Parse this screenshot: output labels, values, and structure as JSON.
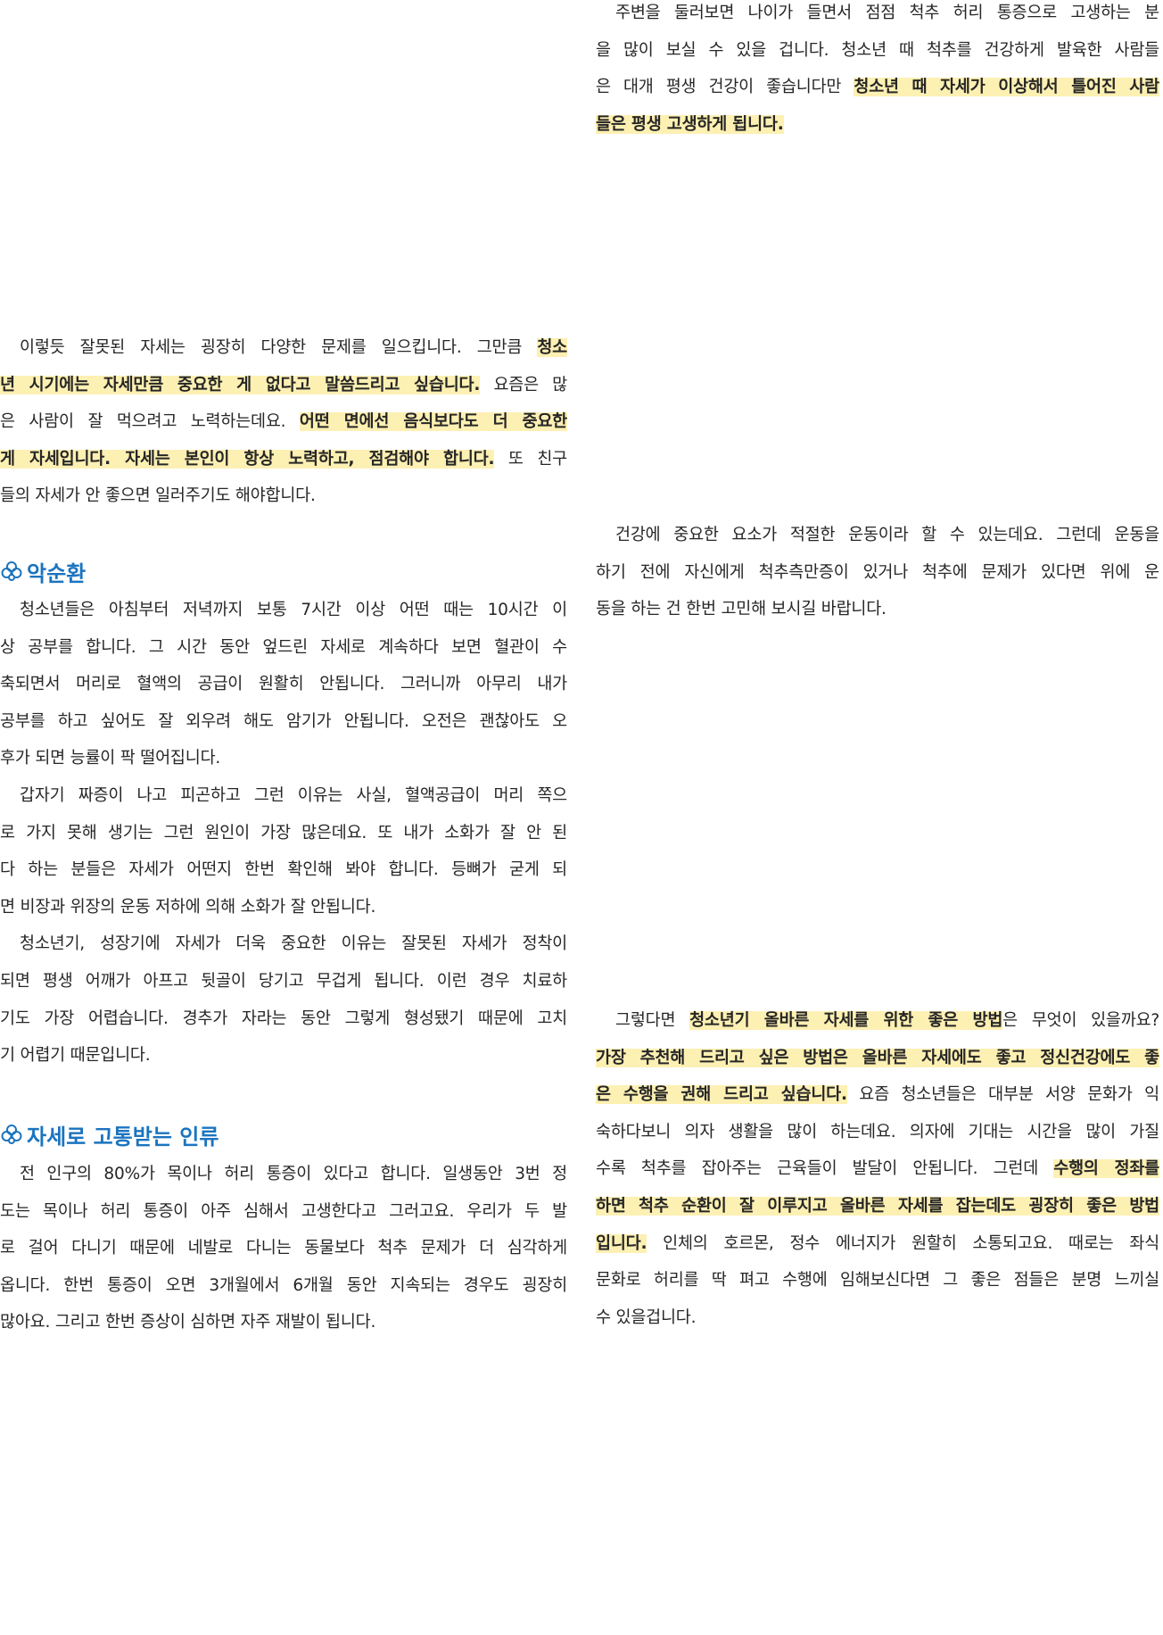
{
  "colors": {
    "heading": "#1b74bf",
    "highlight": "#fdf0b3",
    "text": "#262626"
  },
  "headings": {
    "h1": {
      "icon": "clover-icon",
      "text": "악순환"
    },
    "h2": {
      "icon": "clover-icon",
      "text": "자세로 고통받는 인류"
    }
  },
  "paragraphs": {
    "r1": [
      {
        "indent": true,
        "segs": [
          {
            "t": "주변을 둘러보면 나이가 들면서 점점 척추 허리 통증으로 고생하는 분"
          }
        ]
      },
      {
        "segs": [
          {
            "t": "을 많이 보실 수 있을 겁니다. 청소년 때 척추를 건강하게 발육한 사람들"
          }
        ]
      },
      {
        "segs": [
          {
            "t": "은 대개 평생 건강이 좋습니다만 "
          },
          {
            "t": "청소년 때 자세가 이상해서 틀어진 사람",
            "hl": true
          }
        ]
      },
      {
        "last": true,
        "segs": [
          {
            "t": "들은 평생 고생하게 됩니다.",
            "hl": true
          }
        ]
      }
    ],
    "l1": [
      {
        "indent": true,
        "segs": [
          {
            "t": "이렇듯 잘못된 자세는 굉장히 다양한 문제를 일으킵니다. 그만큼 "
          },
          {
            "t": "청소",
            "hl": true
          }
        ]
      },
      {
        "segs": [
          {
            "t": "년 시기에는 자세만큼 중요한 게 없다고 말씀드리고 싶습니다.",
            "hl": true
          },
          {
            "t": " 요즘은 많"
          }
        ]
      },
      {
        "segs": [
          {
            "t": "은 사람이 잘 먹으려고 노력하는데요. "
          },
          {
            "t": "어떤 면에선 음식보다도 더 중요한",
            "hl": true
          }
        ]
      },
      {
        "segs": [
          {
            "t": "게 자세입니다. 자세는 본인이 항상 노력하고, 점검해야 합니다.",
            "hl": true
          },
          {
            "t": " 또 친구"
          }
        ]
      },
      {
        "last": true,
        "segs": [
          {
            "t": "들의 자세가 안 좋으면 일러주기도 해야합니다."
          }
        ]
      }
    ],
    "l2": [
      {
        "indent": true,
        "segs": [
          {
            "t": "청소년들은 아침부터 저녁까지 보통 7시간 이상 어떤 때는 10시간 이"
          }
        ]
      },
      {
        "segs": [
          {
            "t": "상 공부를 합니다. 그 시간 동안 엎드린 자세로 계속하다 보면 혈관이 수"
          }
        ]
      },
      {
        "segs": [
          {
            "t": "축되면서 머리로 혈액의 공급이 원활히 안됩니다. 그러니까 아무리 내가"
          }
        ]
      },
      {
        "segs": [
          {
            "t": "공부를 하고 싶어도 잘 외우려 해도 암기가 안됩니다. 오전은 괜찮아도 오"
          }
        ]
      },
      {
        "last": true,
        "segs": [
          {
            "t": "후가 되면 능률이 팍 떨어집니다."
          }
        ]
      },
      {
        "indent": true,
        "segs": [
          {
            "t": "갑자기 짜증이 나고 피곤하고 그런 이유는 사실, 혈액공급이 머리 쪽으"
          }
        ]
      },
      {
        "segs": [
          {
            "t": "로 가지 못해 생기는 그런 원인이 가장 많은데요. 또 내가 소화가 잘 안 된"
          }
        ]
      },
      {
        "segs": [
          {
            "t": "다 하는 분들은 자세가 어떤지 한번 확인해 봐야 합니다. 등뼈가 굳게 되"
          }
        ]
      },
      {
        "last": true,
        "segs": [
          {
            "t": "면 비장과 위장의 운동 저하에 의해 소화가 잘 안됩니다."
          }
        ]
      },
      {
        "indent": true,
        "segs": [
          {
            "t": "청소년기, 성장기에 자세가 더욱 중요한 이유는 잘못된 자세가 정착이"
          }
        ]
      },
      {
        "segs": [
          {
            "t": "되면 평생 어깨가 아프고 뒷골이 당기고 무겁게 됩니다. 이런 경우 치료하"
          }
        ]
      },
      {
        "segs": [
          {
            "t": "기도 가장 어렵습니다. 경추가 자라는 동안 그렇게 형성됐기 때문에 고치"
          }
        ]
      },
      {
        "last": true,
        "segs": [
          {
            "t": "기 어렵기 때문입니다."
          }
        ]
      }
    ],
    "l3": [
      {
        "indent": true,
        "segs": [
          {
            "t": "전 인구의 80%가 목이나 허리 통증이 있다고 합니다. 일생동안 3번 정"
          }
        ]
      },
      {
        "segs": [
          {
            "t": "도는 목이나 허리 통증이 아주 심해서 고생한다고 그러고요. 우리가 두 발"
          }
        ]
      },
      {
        "segs": [
          {
            "t": "로 걸어 다니기 때문에 네발로 다니는 동물보다 척추 문제가 더 심각하게"
          }
        ]
      },
      {
        "segs": [
          {
            "t": "옵니다. 한번 통증이 오면 3개월에서 6개월 동안 지속되는 경우도 굉장히"
          }
        ]
      },
      {
        "last": true,
        "segs": [
          {
            "t": "많아요. 그리고 한번 증상이 심하면 자주 재발이 됩니다."
          }
        ]
      }
    ],
    "r2": [
      {
        "indent": true,
        "segs": [
          {
            "t": "건강에 중요한 요소가 적절한 운동이라 할 수 있는데요. 그런데 운동을"
          }
        ]
      },
      {
        "segs": [
          {
            "t": "하기 전에 자신에게 척추측만증이 있거나 척추에 문제가 있다면 위에 운"
          }
        ]
      },
      {
        "last": true,
        "segs": [
          {
            "t": "동을 하는 건 한번 고민해 보시길 바랍니다."
          }
        ]
      }
    ],
    "r3": [
      {
        "indent": true,
        "segs": [
          {
            "t": "그렇다면 "
          },
          {
            "t": "청소년기 올바른 자세를 위한 좋은 방법",
            "hl": true
          },
          {
            "t": "은 무엇이 있을까요?"
          }
        ]
      },
      {
        "segs": [
          {
            "t": "가장 추천해 드리고 싶은 방법은 올바른 자세에도 좋고 정신건강에도 좋",
            "hl": true
          }
        ]
      },
      {
        "segs": [
          {
            "t": "은 수행을 권해 드리고 싶습니다.",
            "hl": true
          },
          {
            "t": " 요즘 청소년들은 대부분 서양 문화가 익"
          }
        ]
      },
      {
        "segs": [
          {
            "t": "숙하다보니 의자 생활을 많이 하는데요. 의자에 기대는 시간을 많이 가질"
          }
        ]
      },
      {
        "segs": [
          {
            "t": "수록 척추를 잡아주는 근육들이 발달이 안됩니다. 그런데 "
          },
          {
            "t": "수행의 정좌를",
            "hl": true
          }
        ]
      },
      {
        "segs": [
          {
            "t": "하면 척추 순환이 잘 이루지고 올바른 자세를 잡는데도 굉장히 좋은 방법",
            "hl": true
          }
        ]
      },
      {
        "segs": [
          {
            "t": "입니다.",
            "hl": true
          },
          {
            "t": " 인체의 호르몬, 정수 에너지가 원할히 소통되고요. 때로는 좌식"
          }
        ]
      },
      {
        "segs": [
          {
            "t": "문화로 허리를 딱 펴고 수행에 임해보신다면 그 좋은 점들은 분명 느끼실"
          }
        ]
      },
      {
        "last": true,
        "segs": [
          {
            "t": "수 있을겁니다."
          }
        ]
      }
    ]
  }
}
